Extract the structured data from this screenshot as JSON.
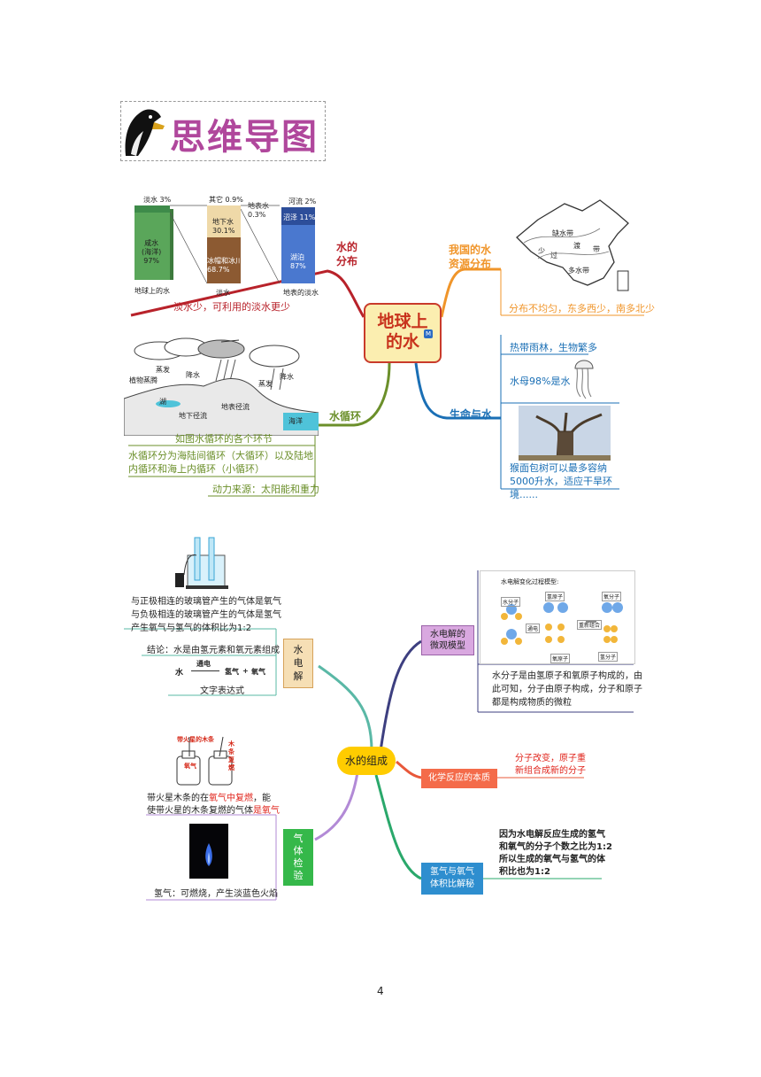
{
  "header": {
    "title": "思维导图"
  },
  "mindmap1": {
    "center": "地球上\n的水",
    "badge": "M",
    "water_distribution": {
      "label": "水的\n分布",
      "note": "淡水少，可利用的淡水更少",
      "bar1": {
        "top_label": "淡水 3%",
        "body": "咸水\n(海洋)\n97%",
        "caption": "地球上的水"
      },
      "bar2": {
        "top_label": "其它 0.9%",
        "side_label": "地表水\n0.3%",
        "seg1": "地下水\n30.1%",
        "seg2": "冰帽和冰川\n68.7%",
        "caption": "淡水"
      },
      "bar3": {
        "top_label": "河流 2%",
        "seg1": "沼泽 11%",
        "seg2": "湖泊\n87%",
        "caption": "地表的淡水"
      }
    },
    "china_distribution": {
      "label": "我国的水\n资源分布",
      "note": "分布不均匀，东多西少，南多北少",
      "map_labels": [
        "缺水带",
        "少",
        "过",
        "渡",
        "带",
        "多水带"
      ]
    },
    "water_cycle": {
      "label": "水循环",
      "notes": [
        "如图水循环的各个环节",
        "水循环分为海陆间循环（大循环）以及陆地内循环和海上内循环（小循环）",
        "动力来源：太阳能和重力"
      ],
      "diagram_labels": [
        "蒸发",
        "降水",
        "植物蒸腾",
        "湖",
        "地表径流",
        "地下径流",
        "蒸发",
        "降水",
        "海洋"
      ]
    },
    "life_and_water": {
      "label": "生命与水",
      "notes": [
        "热带雨林，生物繁多",
        "水母98%是水",
        "猴面包树可以最多容纳5000升水，适应干旱环境......"
      ]
    }
  },
  "mindmap2": {
    "center": "水的组成",
    "electrolysis": {
      "label": "水\n电\n解",
      "notes": [
        "与正极相连的玻璃管产生的气体是氧气",
        "与负极相连的玻璃管产生的气体是氢气",
        "产生氧气与氢气的体积比为1:2"
      ],
      "conclusion": "结论：水是由氢元素和氧元素组成",
      "equation": {
        "reactant": "水",
        "condition": "通电",
        "product1": "氢气",
        "plus": "+",
        "product2": "氧气"
      },
      "eq_caption": "文字表达式"
    },
    "gas_test": {
      "label": "气\n体\n检\n验",
      "splint_labels": [
        "带火星的木条",
        "氧气",
        "木条复燃"
      ],
      "note_prefix": "带火星木条的在",
      "note_red1": "氧气中复燃",
      "note_mid": "，能",
      "note_line2_prefix": "使带火星的木条复燃的气体",
      "note_red2": "是氧气",
      "hydrogen_note": "氢气：可燃烧，产生淡蓝色火焰"
    },
    "micro_model": {
      "label": "水电解的\n微观模型",
      "diagram_title": "水电解变化过程模型:",
      "diagram_labels": [
        "水分子",
        "氢原子",
        "氧分子",
        "通电",
        "重新组合",
        "氧原子",
        "氢分子"
      ],
      "note": "水分子是由氢原子和氧原子构成的，由此可知，分子由原子构成，分子和原子都是构成物质的微粒"
    },
    "reaction_essence": {
      "label": "化学反应的本质",
      "note": "分子改变，原子重\n新组合成新的分子"
    },
    "volume_ratio": {
      "label": "氢气与氧气\n体积比解秘",
      "note": "因为水电解反应生成的氢气\n和氧气的分子个数之比为1:2\n所以生成的氧气与氢气的体\n积比也为1:2"
    }
  },
  "page_number": "4"
}
